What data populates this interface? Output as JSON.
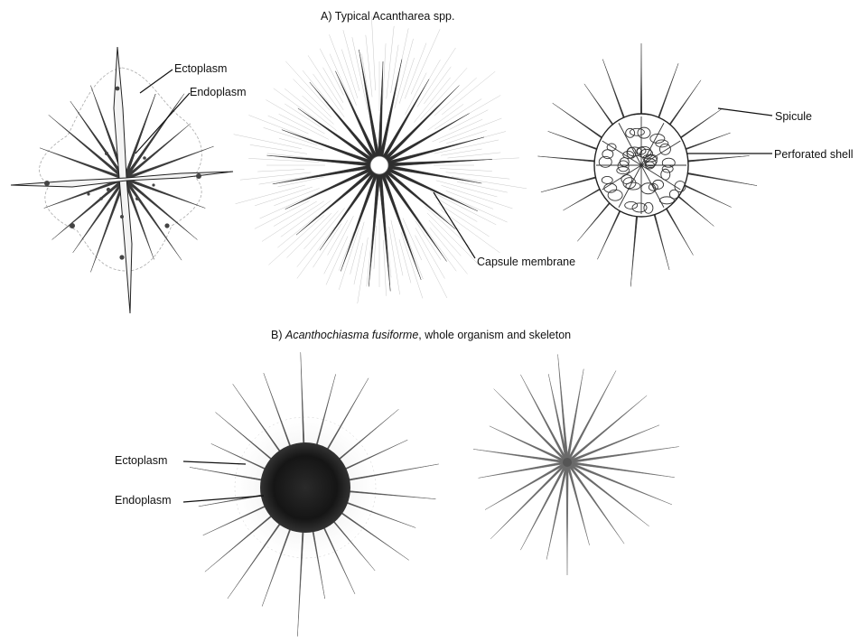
{
  "section_a": {
    "title": "A) Typical Acantharea spp."
  },
  "section_b": {
    "title_prefix": "B) ",
    "title_species": "Acanthochiasma fusiforme",
    "title_suffix": ", whole organism and skeleton"
  },
  "labels": {
    "ectoplasm_a": "Ectoplasm",
    "endoplasm_a": "Endoplasm",
    "spicule": "Spicule",
    "perforated_shell": "Perforated shell",
    "capsule_membrane": "Capsule membrane",
    "ectoplasm_b": "Ectoplasm",
    "endoplasm_b": "Endoplasm"
  },
  "colors": {
    "ink": "#1a1a1a",
    "spine": "#3a3a3a",
    "faint": "#9a9a9a",
    "endoplasm_dark": "#111111"
  }
}
